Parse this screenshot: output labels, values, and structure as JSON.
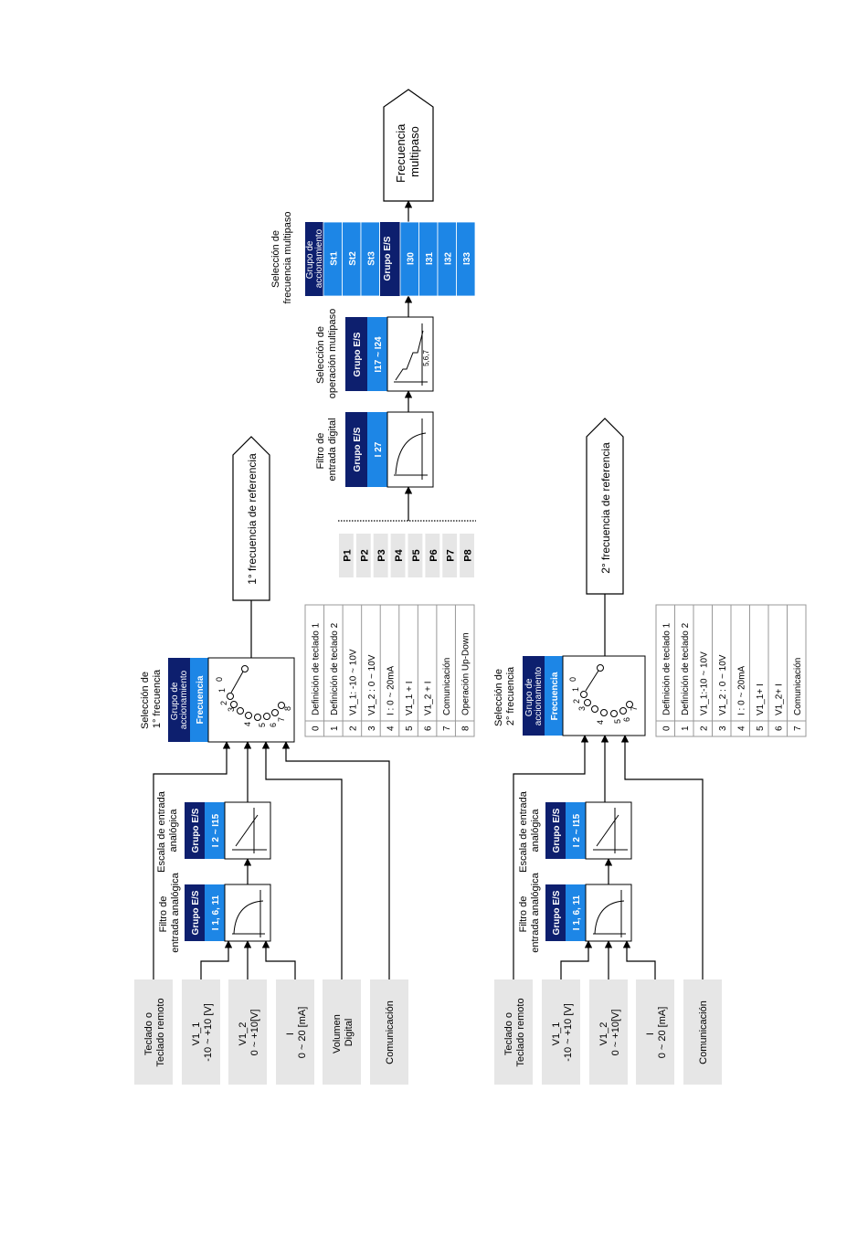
{
  "colors": {
    "dark_blue": "#0d1f6e",
    "blue": "#1d86e6",
    "grey_box": "#e6e6e6",
    "line": "#000000"
  },
  "top": {
    "inputs": {
      "keypad": [
        "Teclado o",
        "Teclado remoto"
      ],
      "v1_1": [
        "V1_1",
        "-10 ~ +10 [V]"
      ],
      "v1_2": [
        "V1_2",
        "0 ~ +10[V]"
      ],
      "current": [
        "I",
        "0 ~ 20 [mA]"
      ],
      "digital_volume": [
        "Volumen",
        "Digital"
      ],
      "communication": [
        "Comunicación"
      ]
    },
    "filter": {
      "caption": [
        "Filtro de",
        "entrada analógica"
      ],
      "group": "Grupo E/S",
      "param": "I 1, 6, 11"
    },
    "scale": {
      "caption": [
        "Escala de entrada",
        "analógica"
      ],
      "group": "Grupo E/S",
      "param": "I 2 ~ I15"
    },
    "selector": {
      "caption": [
        "Selección de",
        "1° frecuencia"
      ],
      "group": [
        "Grupo de",
        "accionamiento"
      ],
      "param": "Frecuencia",
      "digits": [
        "0",
        "1",
        "2",
        "3",
        "4",
        "5",
        "6",
        "7",
        "8"
      ]
    },
    "table": [
      {
        "num": "0",
        "text": "Definición de teclado 1"
      },
      {
        "num": "1",
        "text": "Definición de teclado 2"
      },
      {
        "num": "2",
        "text": "V1_1: -10 ~ 10V"
      },
      {
        "num": "3",
        "text": "V1_2 : 0 ~ 10V"
      },
      {
        "num": "4",
        "text": "I : 0 ~ 20mA"
      },
      {
        "num": "5",
        "text": "V1_1 + I"
      },
      {
        "num": "6",
        "text": "V1_2 + I"
      },
      {
        "num": "7",
        "text": "Comunicación"
      },
      {
        "num": "8",
        "text": "Operación Up-Down"
      }
    ],
    "output": "1° frecuencia de referencia"
  },
  "bottom": {
    "inputs": {
      "keypad": [
        "Teclado o",
        "Teclado remoto"
      ],
      "v1_1": [
        "V1_1",
        "-10 ~ +10 [V]"
      ],
      "v1_2": [
        "V1_2",
        "0 ~ +10[V]"
      ],
      "current": [
        "I",
        "0 ~ 20 [mA]"
      ],
      "communication": [
        "Comunicación"
      ]
    },
    "filter": {
      "caption": [
        "Filtro de",
        "entrada analógica"
      ],
      "group": "Grupo E/S",
      "param": "I 1, 6, 11"
    },
    "scale": {
      "caption": [
        "Escala de entrada",
        "analógica"
      ],
      "group": "Grupo E/S",
      "param": "I 2 ~ I15"
    },
    "selector": {
      "caption": [
        "Selección de",
        "2° frecuencia"
      ],
      "group": [
        "Grupo de",
        "accionamiento"
      ],
      "param": "Frecuencia",
      "digits": [
        "0",
        "1",
        "2",
        "3",
        "4",
        "5",
        "6",
        "7"
      ]
    },
    "table": [
      {
        "num": "0",
        "text": "Definición de teclado 1"
      },
      {
        "num": "1",
        "text": "Definición de teclado 2"
      },
      {
        "num": "2",
        "text": "V1_1:-10 ~ 10V"
      },
      {
        "num": "3",
        "text": "V1_2 : 0 ~ 10V"
      },
      {
        "num": "4",
        "text": "I : 0 ~ 20mA"
      },
      {
        "num": "5",
        "text": "V1_1+ I"
      },
      {
        "num": "6",
        "text": "V1_2+ I"
      },
      {
        "num": "7",
        "text": "Comunicación"
      }
    ],
    "output": "2° frecuencia de referencia"
  },
  "multistep": {
    "terminals": [
      "P1",
      "P2",
      "P3",
      "P4",
      "P5",
      "P6",
      "P7",
      "P8"
    ],
    "filter": {
      "caption": [
        "Filtro de",
        "entrada digital"
      ],
      "group": "Grupo E/S",
      "param": "I 27"
    },
    "operation": {
      "caption": [
        "Selección de",
        "operación multipaso"
      ],
      "group": "Grupo E/S",
      "param": "I17 ~ I24",
      "curve_label": "5,6,7"
    },
    "frequency": {
      "caption": [
        "Selección de",
        "frecuencia multipaso"
      ],
      "group": [
        "Grupo de",
        "accionamiento"
      ],
      "params_a": [
        "St1",
        "St2",
        "St3"
      ],
      "group2": "Grupo E/S",
      "params_b": [
        "I30",
        "I31",
        "I32",
        "I33"
      ]
    },
    "output": [
      "Frecuencia",
      "multipaso"
    ]
  }
}
